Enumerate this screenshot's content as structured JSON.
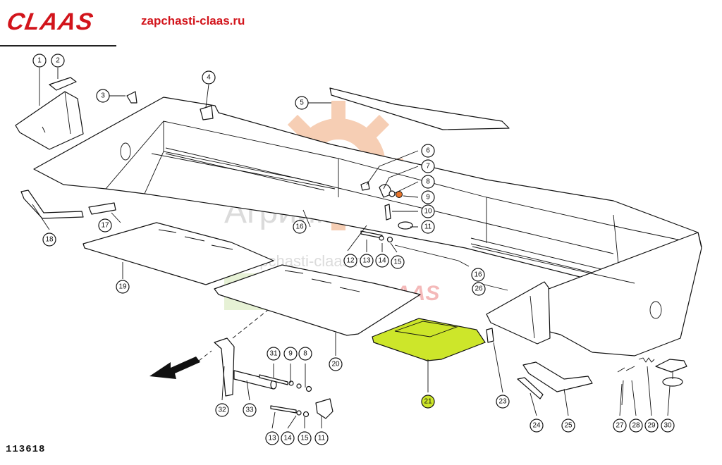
{
  "brand": {
    "logo_text": "CLAAS",
    "site_url": "zapchasti-claas.ru",
    "color": "#d2141b"
  },
  "watermark": {
    "text_main": "Агриимпорт",
    "text_url": "zapchasti-claas.ru",
    "text_logo": "CLAAS"
  },
  "diagram_code": "113618",
  "highlight_color": "#cde62a",
  "callouts": [
    {
      "id": "c1",
      "label": "1"
    },
    {
      "id": "c2",
      "label": "2"
    },
    {
      "id": "c3",
      "label": "3"
    },
    {
      "id": "c4",
      "label": "4"
    },
    {
      "id": "c5",
      "label": "5"
    },
    {
      "id": "c6",
      "label": "6"
    },
    {
      "id": "c7",
      "label": "7"
    },
    {
      "id": "c8",
      "label": "8"
    },
    {
      "id": "c9",
      "label": "9"
    },
    {
      "id": "c10",
      "label": "10"
    },
    {
      "id": "c11",
      "label": "11"
    },
    {
      "id": "c12",
      "label": "12"
    },
    {
      "id": "c13",
      "label": "13"
    },
    {
      "id": "c14",
      "label": "14"
    },
    {
      "id": "c15",
      "label": "15"
    },
    {
      "id": "c16a",
      "label": "16"
    },
    {
      "id": "c16b",
      "label": "16"
    },
    {
      "id": "c17",
      "label": "17"
    },
    {
      "id": "c18",
      "label": "18"
    },
    {
      "id": "c19",
      "label": "19"
    },
    {
      "id": "c20",
      "label": "20"
    },
    {
      "id": "c21",
      "label": "21"
    },
    {
      "id": "c23",
      "label": "23"
    },
    {
      "id": "c24",
      "label": "24"
    },
    {
      "id": "c25",
      "label": "25"
    },
    {
      "id": "c26",
      "label": "26"
    },
    {
      "id": "c27",
      "label": "27"
    },
    {
      "id": "c28",
      "label": "28"
    },
    {
      "id": "c29",
      "label": "29"
    },
    {
      "id": "c30",
      "label": "30"
    },
    {
      "id": "c31",
      "label": "31"
    },
    {
      "id": "c9b",
      "label": "9"
    },
    {
      "id": "c8b",
      "label": "8"
    },
    {
      "id": "c32",
      "label": "32"
    },
    {
      "id": "c33",
      "label": "33"
    },
    {
      "id": "c13b",
      "label": "13"
    },
    {
      "id": "c14b",
      "label": "14"
    },
    {
      "id": "c15b",
      "label": "15"
    },
    {
      "id": "c11b",
      "label": "11"
    }
  ]
}
